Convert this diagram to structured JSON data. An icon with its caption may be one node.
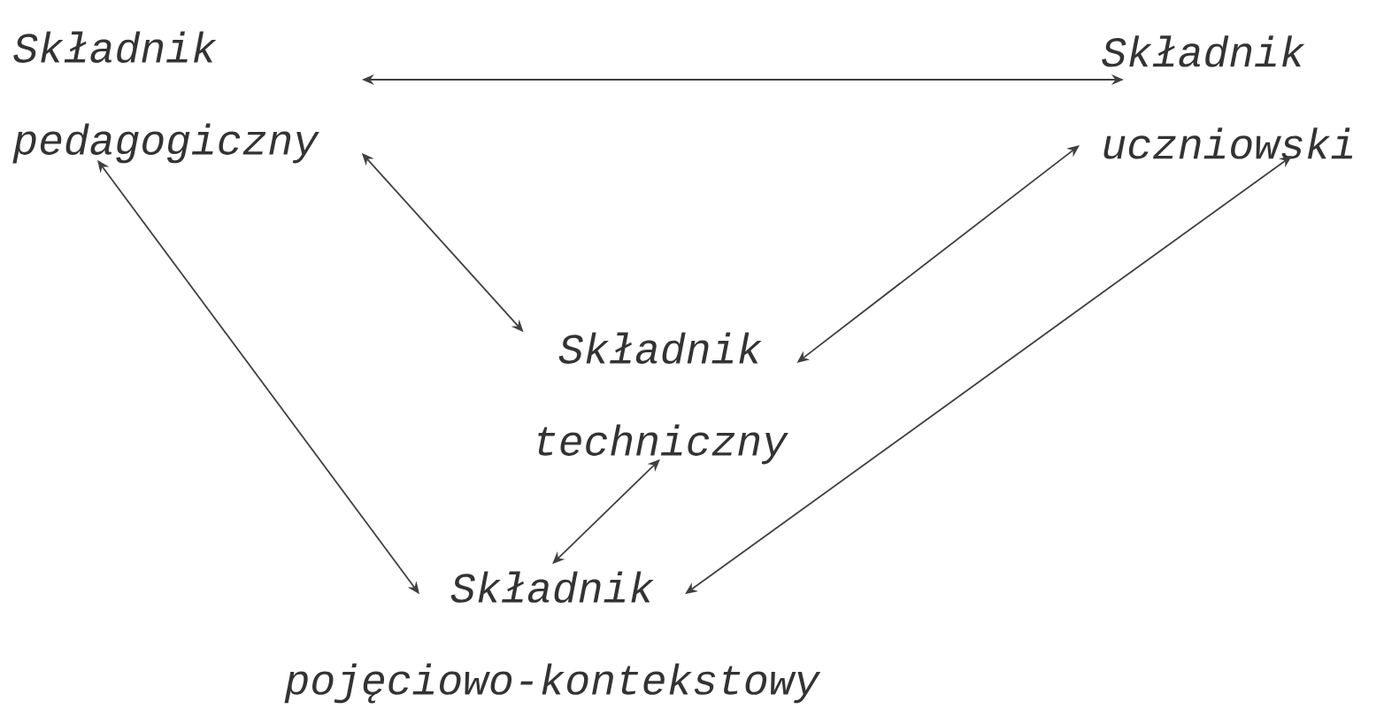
{
  "diagram": {
    "nodes": [
      {
        "text": [
          "Składnik pedagogiczny"
        ]
      },
      {
        "text": [
          "Składnik uczniowski"
        ]
      },
      {
        "text": [
          "Składnik techniczny"
        ]
      },
      {
        "text": [
          "Składnik pojęciowo-kontekstowy"
        ]
      }
    ],
    "edges": [
      {
        "from": 0,
        "to": 1,
        "arrow": "both"
      },
      {
        "from": 0,
        "to": 2,
        "arrow": "both"
      },
      {
        "from": 1,
        "to": 2,
        "arrow": "both"
      },
      {
        "from": 2,
        "to": 3,
        "arrow": "both"
      },
      {
        "from": 0,
        "to": 3,
        "arrow": "both"
      },
      {
        "from": 1,
        "to": 3,
        "arrow": "both"
      }
    ]
  }
}
